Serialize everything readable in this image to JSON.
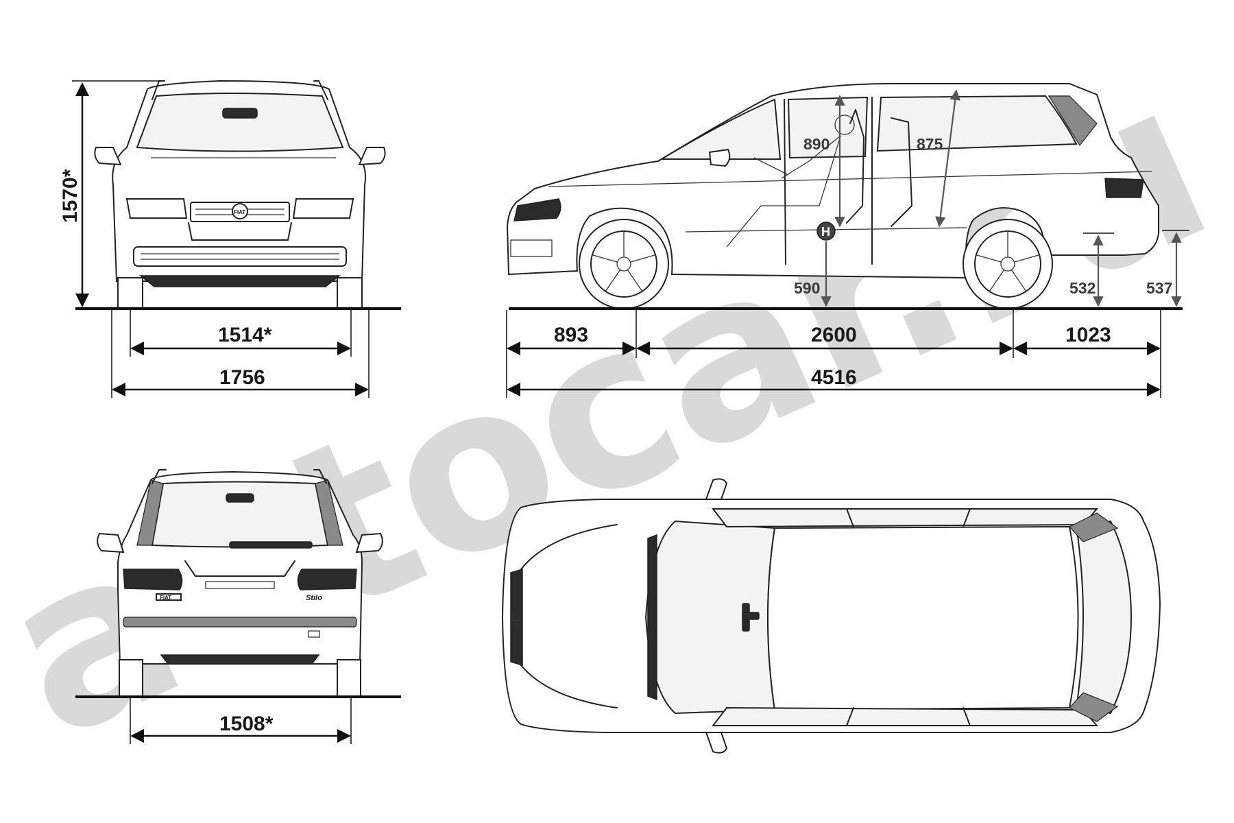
{
  "watermark": {
    "text": "autocar.ru",
    "color": "#d9d9d9"
  },
  "front_view": {
    "height": "1570*",
    "track": "1514*",
    "width": "1756",
    "badge": "FIAT"
  },
  "rear_view": {
    "track": "1508*",
    "badge_left": "FIAT",
    "badge_right": "Stilo"
  },
  "side_view": {
    "front_headroom": "890",
    "rear_headroom": "875",
    "h_point_marker": "H",
    "h_point_height": "590",
    "rear_sill_height": "532",
    "rear_bumper_height": "537",
    "front_overhang": "893",
    "wheelbase": "2600",
    "rear_overhang": "1023",
    "length": "4516"
  },
  "top_view": {}
}
